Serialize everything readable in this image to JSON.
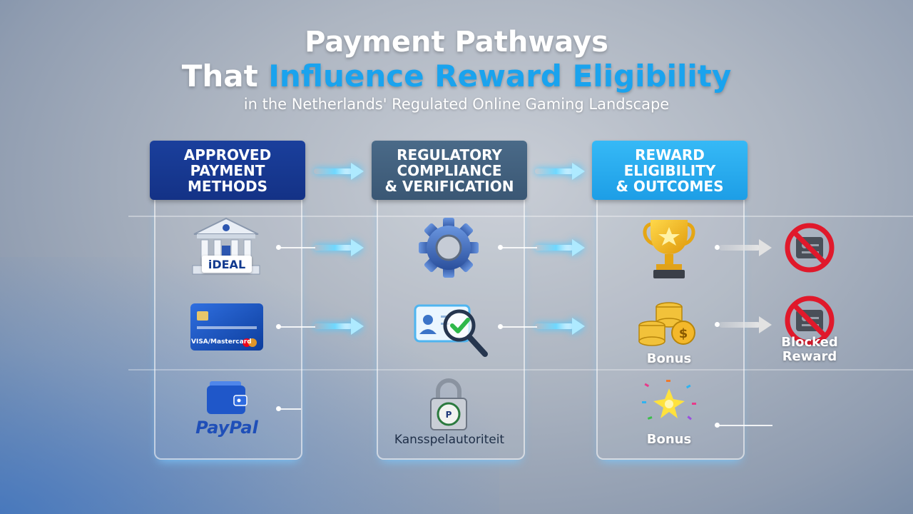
{
  "title": {
    "line1": "Payment Pathways",
    "line2_prefix": "That",
    "line2_highlight": "Influence Reward Eligibility",
    "subtitle": "in the Netherlands' Regulated Online Gaming Landscape"
  },
  "colors": {
    "highlight": "#1aa3ee",
    "header_1": "#143286",
    "header_2": "#3a5774",
    "header_3": "#1d9ee6",
    "blocked_red": "#e0192b"
  },
  "columns": [
    {
      "header": "APPROVED\nPAYMENT\nMETHODS",
      "items": [
        {
          "icon": "bank-building-icon",
          "text": "iDEAL"
        },
        {
          "icon": "credit-card-icon",
          "text": "VISA/Mastercard"
        },
        {
          "icon": "wallet-icon",
          "text": "PayPal"
        }
      ]
    },
    {
      "header": "REGULATORY\nCOMPLIANCE\n& VERIFICATION",
      "items": [
        {
          "icon": "gear-icon"
        },
        {
          "icon": "id-verification-icon"
        },
        {
          "icon": "padlock-icon",
          "text": "Kansspelautoriteit"
        }
      ]
    },
    {
      "header": "REWARD\nELIGIBILITY\n& OUTCOMES",
      "items": [
        {
          "icon": "trophy-icon"
        },
        {
          "icon": "coins-icon",
          "text": "Bonus"
        },
        {
          "icon": "fireworks-icon",
          "text": "Bonus"
        }
      ]
    }
  ],
  "blocked": [
    {
      "icon": "blocked-reward-icon"
    },
    {
      "icon": "blocked-reward-icon",
      "text": "Blocked\nReward"
    }
  ]
}
